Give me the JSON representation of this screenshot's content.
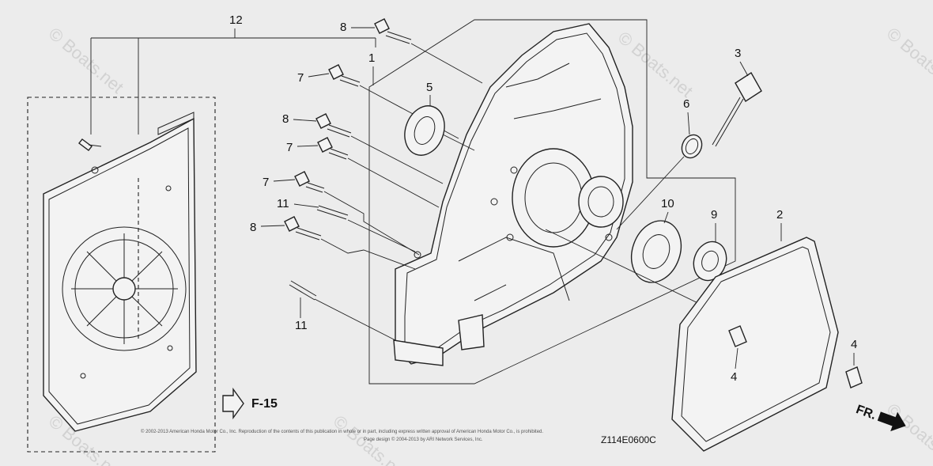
{
  "callouts": [
    "1",
    "2",
    "3",
    "4",
    "4",
    "5",
    "6",
    "7",
    "7",
    "7",
    "8",
    "8",
    "8",
    "9",
    "10",
    "11",
    "11",
    "12"
  ],
  "reference": {
    "label": "F-15"
  },
  "diagram_code": "Z114E0600C",
  "orientation": {
    "label": "FR."
  },
  "copyright": {
    "line1": "© 2002-2013 American Honda Motor Co., Inc. Reproduction of the contents of this publication in whole or in part, including express written approval of American Honda Motor Co., is prohibited.",
    "line2": "Page design © 2004-2013 by ARI Network Services, Inc."
  },
  "watermark": "© Boats.net"
}
